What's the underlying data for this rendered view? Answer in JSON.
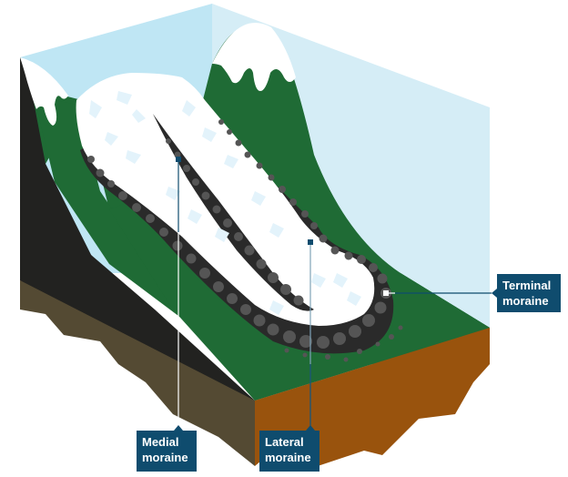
{
  "title": "Glacier moraines",
  "labels": {
    "medial": {
      "line1": "Medial",
      "line2": "moraine"
    },
    "lateral": {
      "line1": "Lateral",
      "line2": "moraine"
    },
    "terminal": {
      "line1": "Terminal",
      "line2": "moraine"
    }
  },
  "colors": {
    "sky_left": "#bfe6f4",
    "sky_right": "#d5edf6",
    "grass": "#1f6b35",
    "rock_dark": "#222220",
    "soil_side_left": "#544a33",
    "soil_side_right": "#99530d",
    "ice": "#ffffff",
    "ice_crack": "#e3f3fb",
    "moraine_dark": "#2a2a2a",
    "moraine_stone": "#555555",
    "label_bg": "#0f4c6e",
    "label_text": "#ffffff"
  }
}
